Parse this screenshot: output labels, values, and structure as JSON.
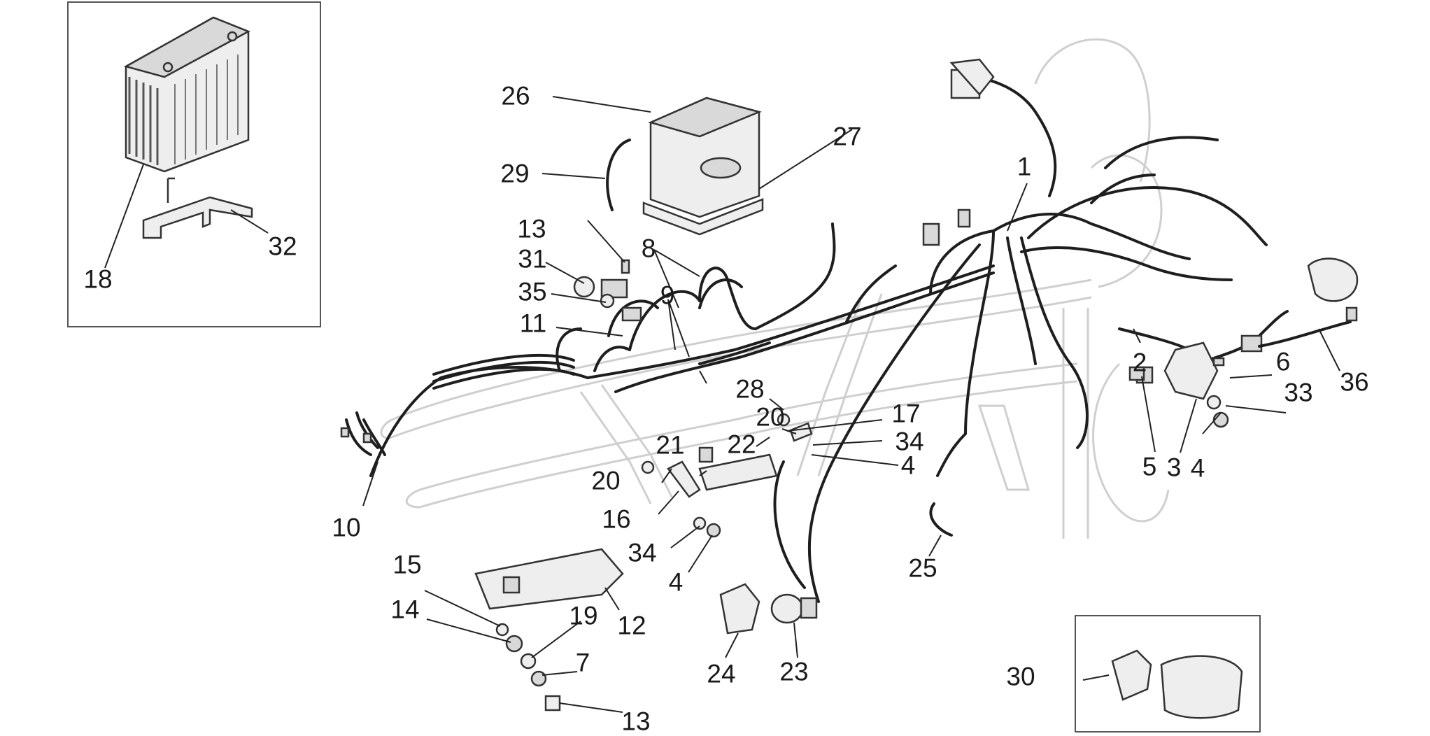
{
  "callouts": {
    "n1": "1",
    "n2": "2",
    "n3": "3",
    "n4a": "4",
    "n4b": "4",
    "n4c": "4",
    "n5": "5",
    "n6": "6",
    "n7": "7",
    "n8": "8",
    "n9": "9",
    "n10": "10",
    "n11": "11",
    "n12": "12",
    "n13a": "13",
    "n13b": "13",
    "n14": "14",
    "n15": "15",
    "n16": "16",
    "n17": "17",
    "n18": "18",
    "n19": "19",
    "n20a": "20",
    "n20b": "20",
    "n21": "21",
    "n22": "22",
    "n23": "23",
    "n24": "24",
    "n25": "25",
    "n26": "26",
    "n27": "27",
    "n28": "28",
    "n29": "29",
    "n30": "30",
    "n31": "31",
    "n32": "32",
    "n33": "33",
    "n34a": "34",
    "n34b": "34",
    "n35": "35",
    "n36": "36"
  }
}
